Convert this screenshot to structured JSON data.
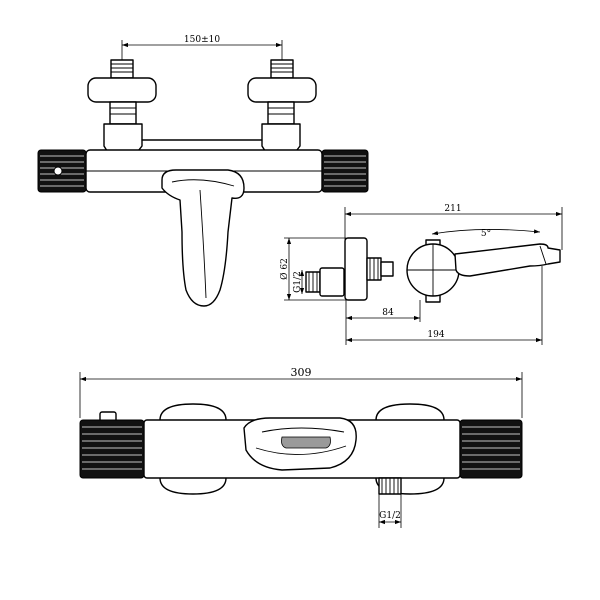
{
  "dimensions": {
    "inlet_spacing": "150±10",
    "overall_depth": "211",
    "handle_angle": "5°",
    "body_diameter": "Ø 62",
    "inlet_thread_side": "G1/2",
    "wall_to_body": "84",
    "wall_to_handle": "194",
    "overall_width": "309",
    "outlet_thread": "G1/2"
  }
}
